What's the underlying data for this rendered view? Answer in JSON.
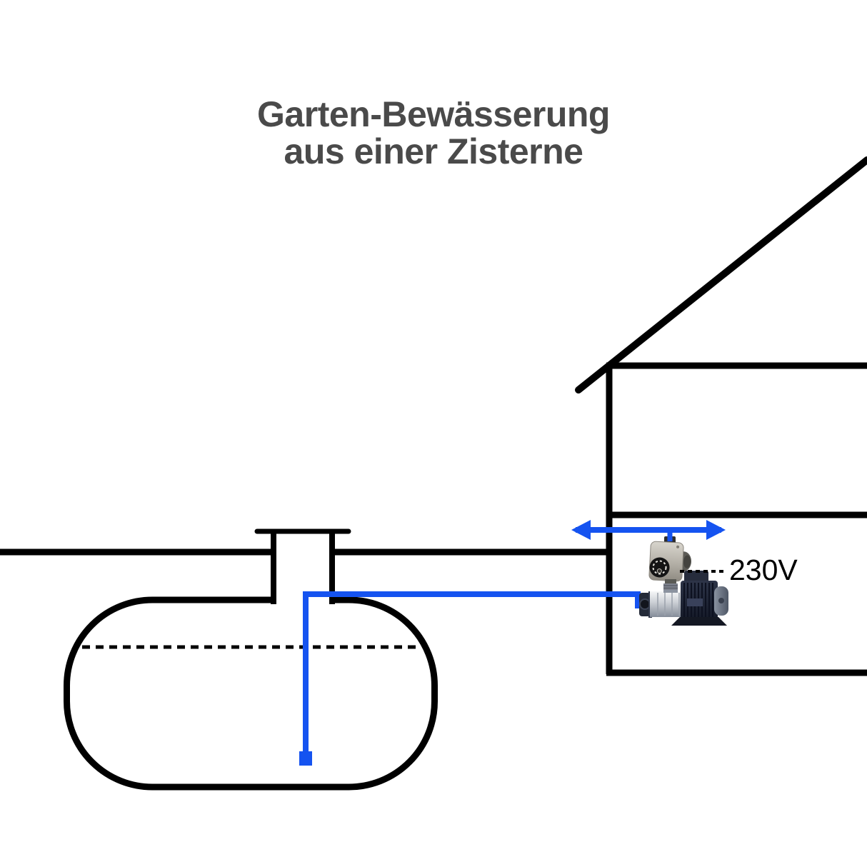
{
  "title": {
    "line1": "Garten-Bewässerung",
    "line2": "aus einer Zisterne"
  },
  "annotations": {
    "voltage_label": "230V"
  },
  "colors": {
    "accent_blue": "#1553F0",
    "line_black": "#000000",
    "title_gray": "#4A4A4A",
    "background": "#FFFFFF"
  },
  "diagram_parts": {
    "house": "house-cross-section-outline",
    "roof": "pitched-roof-line",
    "ground": "ground-level-line",
    "cistern": "underground-cistern-tank",
    "cistern_neck": "cistern-access-shaft-with-lid",
    "water_level": "water-level-dashed-line",
    "suction_pipe": "suction-pipe",
    "foot_valve": "suction-foot-valve",
    "pump": "booster-pump-with-pressure-controller",
    "flow_arrow": "bidirectional-flow-arrow",
    "power_line": "power-supply-dashed-connector"
  }
}
